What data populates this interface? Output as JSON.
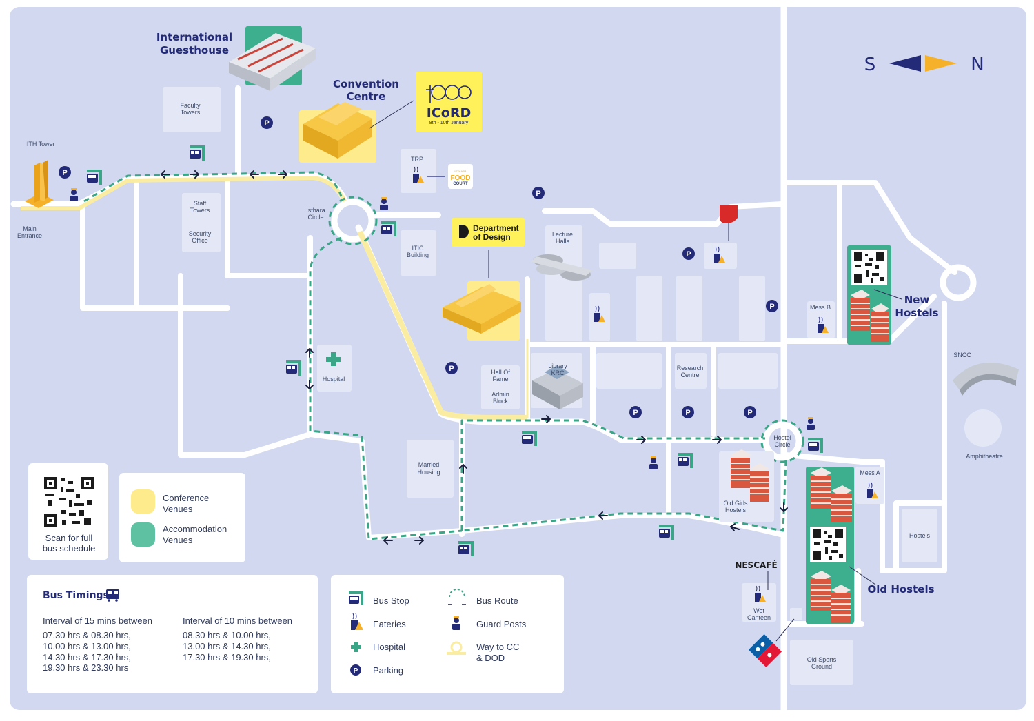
{
  "compass": {
    "south": "S",
    "north": "N"
  },
  "titles": {
    "guesthouse_1": "International",
    "guesthouse_2": "Guesthouse",
    "convention_1": "Convention",
    "convention_2": "Centre",
    "new_hostels_1": "New",
    "new_hostels_2": "Hostels",
    "old_hostels": "Old Hostels"
  },
  "icord": {
    "title": "ICoRD",
    "dates": "8th - 10th January"
  },
  "department_of_design": {
    "line1": "Department",
    "line2": "of Design"
  },
  "food_court": {
    "line1": "ISTHARA",
    "line2": "FOOD",
    "line3": "COURT"
  },
  "brands": {
    "nescafe": "NESCAFÉ",
    "dominos": "Domino's Pizza",
    "cafe_coffee_day": "Café Coffee Day"
  },
  "places": {
    "iith_tower": "IITH Tower",
    "main_entrance_1": "Main",
    "main_entrance_2": "Entrance",
    "faculty_towers_1": "Faculty",
    "faculty_towers_2": "Towers",
    "staff_towers_1": "Staff",
    "staff_towers_2": "Towers",
    "security_office_1": "Security",
    "security_office_2": "Office",
    "isthara_circle_1": "Isthara",
    "isthara_circle_2": "Circle",
    "trp": "TRP",
    "itic_1": "ITIC",
    "itic_2": "Building",
    "lecture_halls_1": "Lecture",
    "lecture_halls_2": "Halls",
    "hospital": "Hospital",
    "hall_of_fame_1": "Hall Of",
    "hall_of_fame_2": "Fame",
    "admin_block_1": "Admin",
    "admin_block_2": "Block",
    "library_1": "Library",
    "library_2": "KRC",
    "research_centre_1": "Research",
    "research_centre_2": "Centre",
    "hostel_circle_1": "Hostel",
    "hostel_circle_2": "Circle",
    "mess_b": "Mess B",
    "mess_a": "Mess A",
    "sncc": "SNCC",
    "amphitheatre": "Amphitheatre",
    "hostels": "Hostels",
    "married_housing_1": "Married",
    "married_housing_2": "Housing",
    "old_girls_hostels_1": "Old Girls",
    "old_girls_hostels_2": "Hostels",
    "wet_canteen_1": "Wet",
    "wet_canteen_2": "Canteen",
    "old_sports_1": "Old Sports",
    "old_sports_2": "Ground"
  },
  "qr_panel": {
    "line1": "Scan for full",
    "line2": "bus schedule"
  },
  "venue_legend": {
    "conference_1": "Conference",
    "conference_2": "Venues",
    "accommodation_1": "Accommodation",
    "accommodation_2": "Venues",
    "conference_color": "#fdeb8c",
    "accommodation_color": "#5ec2a2"
  },
  "bus_timings": {
    "title": "Bus Timings",
    "col1_head": "Interval of 15 mins between",
    "col1": [
      "07.30 hrs & 08.30 hrs,",
      "10.00 hrs & 13.00 hrs,",
      "14.30 hrs & 17.30 hrs,",
      "19.30 hrs & 23.30 hrs"
    ],
    "col2_head": "Interval of 10 mins between",
    "col2": [
      "08.30 hrs & 10.00 hrs,",
      "13.00 hrs & 14.30 hrs,",
      "17.30 hrs & 19.30 hrs,"
    ]
  },
  "legend": {
    "bus_stop": "Bus Stop",
    "eateries": "Eateries",
    "hospital": "Hospital",
    "parking": "Parking",
    "bus_route": "Bus Route",
    "guard_posts": "Guard Posts",
    "way_to_cc_1": "Way to CC",
    "way_to_cc_2": "& DOD"
  },
  "parking_symbol": "P",
  "colors": {
    "background": "#d1d8ef",
    "road": "#ffffff",
    "route": "#3aa587",
    "path": "#faeca0",
    "navy": "#232a78",
    "orange": "#f6b12b",
    "accommodation": "#3daf8f",
    "hostel_red": "#d9573f"
  }
}
